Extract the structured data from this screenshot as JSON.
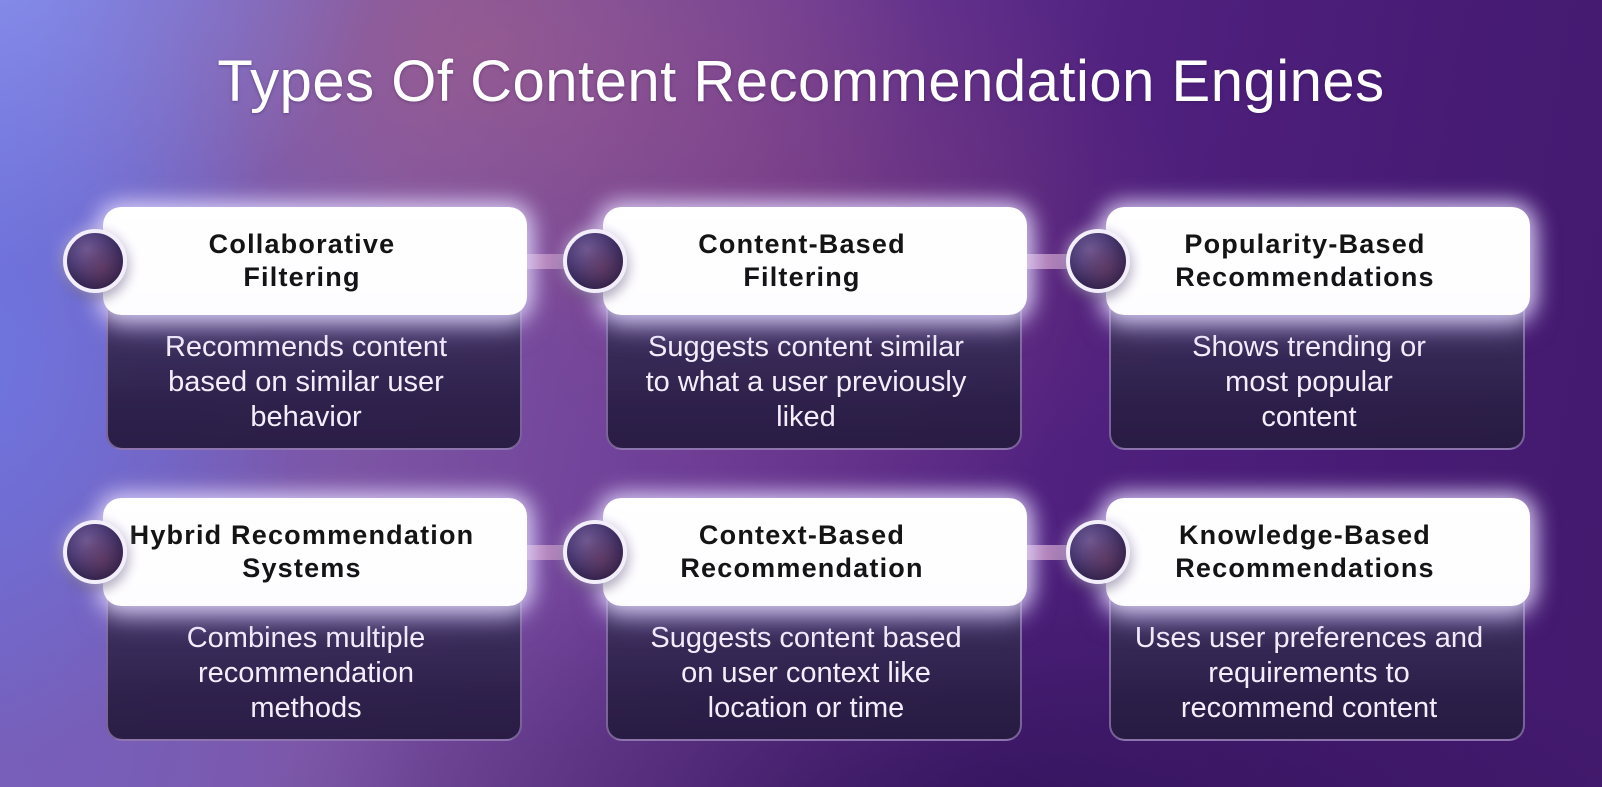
{
  "page": {
    "title": "Types Of Content Recommendation Engines"
  },
  "theme": {
    "background_left_blue": "#8b93ee",
    "background_deep_purple": "#471b74",
    "accent_rose": "#a86284",
    "card_header_bg": "#ffffff",
    "card_header_text": "#141414",
    "card_body_bg": "#3c2f5c",
    "card_body_text": "#f4eefc",
    "connector_color": "#a87eb8",
    "orb_ring_color": "#f2eefa",
    "orb_fill_color": "#3a2b5c"
  },
  "cards": [
    {
      "title": "Collaborative\nFiltering",
      "description": "Recommends content\nbased on similar user\nbehavior"
    },
    {
      "title": "Content-Based\nFiltering",
      "description": "Suggests content similar\nto what a user previously\nliked"
    },
    {
      "title": "Popularity-Based\nRecommendations",
      "description": "Shows trending or\nmost popular\ncontent"
    },
    {
      "title": "Hybrid Recommendation\nSystems",
      "description": "Combines multiple\nrecommendation\nmethods"
    },
    {
      "title": "Context-Based\nRecommendation",
      "description": "Suggests content based\non user context like\nlocation or time"
    },
    {
      "title": "Knowledge-Based\nRecommendations",
      "description": "Uses user preferences and\nrequirements to\nrecommend content"
    }
  ]
}
